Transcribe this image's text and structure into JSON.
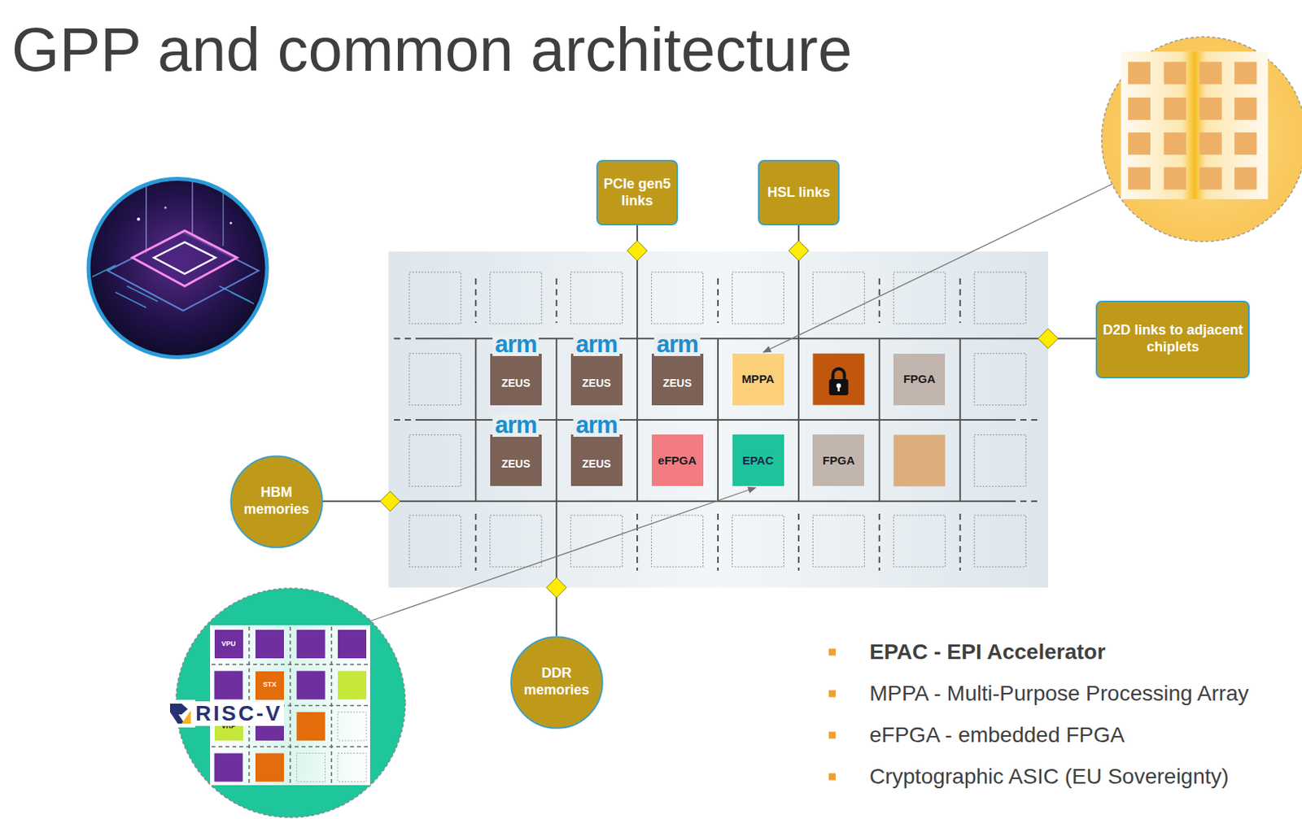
{
  "diagram": {
    "title": "GPP and common architecture",
    "nodes": [
      {
        "text": [
          "PCIe gen5 links"
        ]
      },
      {
        "text": [
          "HSL links"
        ]
      },
      {
        "text": [
          "D2D links to adjacent chiplets"
        ]
      },
      {
        "text": [
          "arm",
          "ZEUS"
        ]
      },
      {
        "text": [
          "arm",
          "ZEUS"
        ]
      },
      {
        "text": [
          "arm",
          "ZEUS"
        ]
      },
      {
        "text": [
          "MPPA"
        ]
      },
      {
        "text": [
          "FPGA"
        ]
      },
      {
        "text": [
          "arm",
          "ZEUS"
        ]
      },
      {
        "text": [
          "arm",
          "ZEUS"
        ]
      },
      {
        "text": [
          "eFPGA"
        ]
      },
      {
        "text": [
          "EPAC"
        ]
      },
      {
        "text": [
          "FPGA"
        ]
      },
      {
        "text": [
          "HBM memories"
        ]
      },
      {
        "text": [
          "DDR memories"
        ]
      },
      {
        "text": [
          "VPU"
        ]
      },
      {
        "text": [
          "STX"
        ]
      },
      {
        "text": [
          "VRP"
        ]
      }
    ],
    "labels": [
      "RISC-V",
      "EPAC - EPI Accelerator",
      "MPPA - Multi-Purpose Processing Array",
      "eFPGA - embedded FPGA",
      "Cryptographic ASIC (EU Sovereignty)"
    ]
  }
}
